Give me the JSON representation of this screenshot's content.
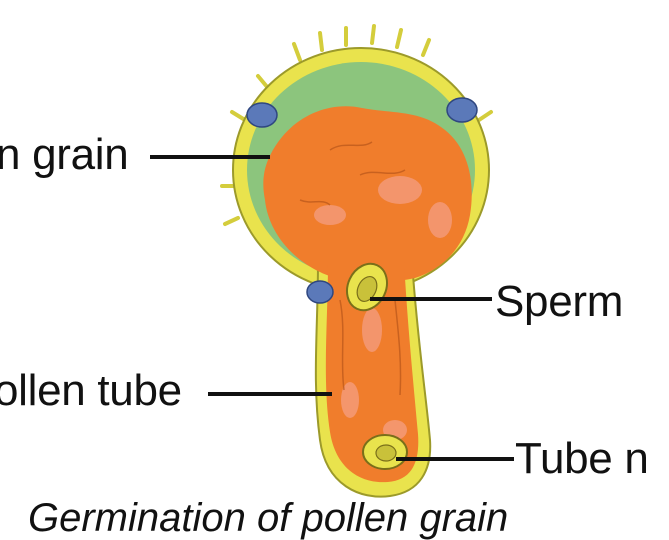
{
  "labels": {
    "pollen_grain": "n grain",
    "sperm": "Sperm",
    "pollen_tube": "ollen tube",
    "tube_nucleus": "Tube n"
  },
  "caption": "Germination of pollen grain",
  "colors": {
    "wall": "#e9e34d",
    "wall_outline": "#9c9a2a",
    "cytoplasm": "#f07d2c",
    "cytoplasm_highlight": "#f49a78",
    "green_region": "#8cc57d",
    "pore": "#5b79b9",
    "spine": "#d4cd3c",
    "leader": "#111111"
  }
}
